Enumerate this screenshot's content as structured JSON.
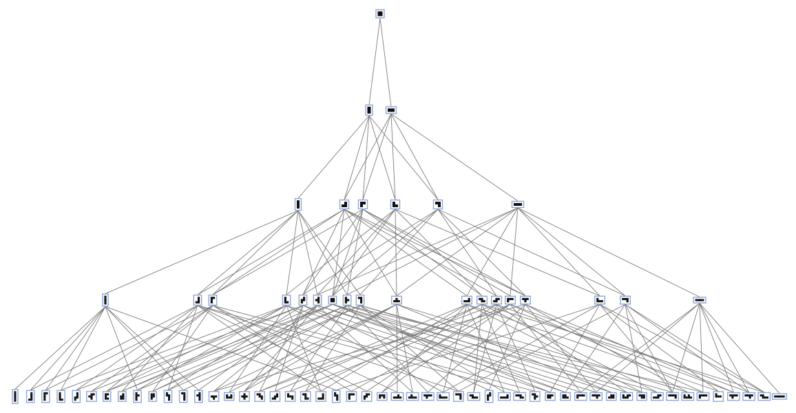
{
  "diagram": {
    "kind": "hasse-diagram-of-polyomino-shapes",
    "colors": {
      "edge": "#7b7b7b",
      "node_border": "#8fa6d6",
      "cell_filled": "#111111",
      "background": "#ffffff"
    },
    "levels": [
      {
        "level": 1,
        "nodes": [
          {
            "id": "n1a",
            "shape": [
              "#"
            ]
          }
        ]
      },
      {
        "level": 2,
        "nodes": [
          {
            "id": "n2a",
            "shape": [
              "#",
              "#"
            ]
          },
          {
            "id": "n2b",
            "shape": [
              "##"
            ]
          }
        ]
      },
      {
        "level": 3,
        "nodes": [
          {
            "id": "n3a",
            "shape": [
              "#",
              "#",
              "#"
            ]
          },
          {
            "id": "n3b",
            "shape": [
              ".#",
              "##"
            ]
          },
          {
            "id": "n3c",
            "shape": [
              "##",
              "#."
            ]
          },
          {
            "id": "n3d",
            "shape": [
              "#.",
              "##"
            ]
          },
          {
            "id": "n3e",
            "shape": [
              "##",
              ".#"
            ]
          },
          {
            "id": "n3f",
            "shape": [
              "###"
            ]
          }
        ]
      },
      {
        "level": 4,
        "nodes": [
          {
            "id": "n4a",
            "shape": [
              "#",
              "#",
              "#",
              "#"
            ]
          },
          {
            "id": "n4b",
            "shape": [
              ".#",
              ".#",
              "##"
            ]
          },
          {
            "id": "n4c",
            "shape": [
              "##",
              "#.",
              "#."
            ]
          },
          {
            "id": "n4d",
            "shape": [
              "#.",
              "#.",
              "##"
            ]
          },
          {
            "id": "n4e",
            "shape": [
              ".#",
              "##",
              "#."
            ]
          },
          {
            "id": "n4f",
            "shape": [
              ".#",
              "##",
              ".#"
            ]
          },
          {
            "id": "n4g",
            "shape": [
              "##",
              "##"
            ]
          },
          {
            "id": "n4h",
            "shape": [
              "#.",
              "##",
              "#."
            ]
          },
          {
            "id": "n4i",
            "shape": [
              "##",
              ".#",
              ".#"
            ]
          },
          {
            "id": "n4j",
            "shape": [
              ".#.",
              "###"
            ]
          },
          {
            "id": "n4k",
            "shape": [
              "..#",
              "###"
            ]
          },
          {
            "id": "n4l",
            "shape": [
              "##.",
              ".##"
            ]
          },
          {
            "id": "n4m",
            "shape": [
              ".##",
              "##."
            ]
          },
          {
            "id": "n4n",
            "shape": [
              "###",
              "#.."
            ]
          },
          {
            "id": "n4o",
            "shape": [
              "###",
              ".#."
            ]
          },
          {
            "id": "n4p",
            "shape": [
              "#..",
              "###"
            ]
          },
          {
            "id": "n4q",
            "shape": [
              "###",
              "..#"
            ]
          },
          {
            "id": "n4r",
            "shape": [
              "####"
            ]
          }
        ]
      },
      {
        "level": 5,
        "nodes": [
          {
            "id": "n5_01",
            "shape": [
              "#",
              "#",
              "#",
              "#",
              "#"
            ]
          },
          {
            "id": "n5_02",
            "shape": [
              ".#",
              ".#",
              ".#",
              "##"
            ]
          },
          {
            "id": "n5_03",
            "shape": [
              "##",
              "#.",
              "#.",
              "#."
            ]
          },
          {
            "id": "n5_04",
            "shape": [
              "#.",
              "#.",
              "#.",
              "##"
            ]
          },
          {
            "id": "n5_05",
            "shape": [
              ".#",
              ".#",
              "##",
              "#."
            ]
          },
          {
            "id": "n5_06",
            "shape": [
              ".##",
              "##.",
              ".#."
            ]
          },
          {
            "id": "n5_07",
            "shape": [
              "##",
              "#.",
              "##"
            ]
          },
          {
            "id": "n5_08",
            "shape": [
              ".#",
              "##",
              "##"
            ]
          },
          {
            "id": "n5_09",
            "shape": [
              "#.",
              "##",
              "#.",
              "#."
            ]
          },
          {
            "id": "n5_10",
            "shape": [
              "##",
              "##",
              "#."
            ]
          },
          {
            "id": "n5_11",
            "shape": [
              "#.",
              "##",
              ".#",
              ".#"
            ]
          },
          {
            "id": "n5_12",
            "shape": [
              "##",
              ".#",
              ".#",
              ".#"
            ]
          },
          {
            "id": "n5_13",
            "shape": [
              ".#",
              "##",
              ".#",
              ".#"
            ]
          },
          {
            "id": "n5_14",
            "shape": [
              "...",
              "###",
              ".#."
            ]
          },
          {
            "id": "n5_15",
            "shape": [
              "#.#",
              "###"
            ]
          },
          {
            "id": "n5_16",
            "shape": [
              ".#.",
              "###",
              ".#."
            ]
          },
          {
            "id": "n5_17",
            "shape": [
              "##.",
              ".##",
              "..#"
            ]
          },
          {
            "id": "n5_18",
            "shape": [
              "..#",
              ".##",
              "##."
            ]
          },
          {
            "id": "n5_19",
            "shape": [
              "#..",
              "###",
              "..#"
            ]
          },
          {
            "id": "n5_20",
            "shape": [
              "##.",
              ".#.",
              ".##"
            ]
          },
          {
            "id": "n5_21",
            "shape": [
              "..#",
              "..#",
              "###"
            ]
          },
          {
            "id": "n5_22",
            "shape": [
              "#",
              "##",
              ".#",
              ".#"
            ]
          },
          {
            "id": "n5_23",
            "shape": [
              "###",
              "#..",
              "#.."
            ]
          },
          {
            "id": "n5_24",
            "shape": [
              ".##",
              "##.",
              "#.."
            ]
          },
          {
            "id": "n5_25",
            "shape": [
              "###",
              "#.#"
            ]
          },
          {
            "id": "n5_26",
            "shape": [
              "..#.",
              "####"
            ]
          },
          {
            "id": "n5_27",
            "shape": [
              ".#..",
              "####"
            ]
          },
          {
            "id": "n5_28",
            "shape": [
              "####",
              ".#.."
            ]
          },
          {
            "id": "n5_29",
            "shape": [
              "#...",
              "####"
            ]
          },
          {
            "id": "n5_30",
            "shape": [
              "###",
              "..#",
              "..#"
            ]
          },
          {
            "id": "n5_31",
            "shape": [
              "##..",
              ".###"
            ]
          },
          {
            "id": "n5_32",
            "shape": [
              ".#",
              "##",
              "#.",
              "#."
            ]
          },
          {
            "id": "n5_33",
            "shape": [
              "...#",
              "####"
            ]
          },
          {
            "id": "n5_34",
            "shape": [
              "###.",
              "..##"
            ]
          },
          {
            "id": "n5_35",
            "shape": [
              "##.",
              ".##",
              ".#."
            ]
          },
          {
            "id": "n5_36",
            "shape": [
              "###",
              "##."
            ]
          },
          {
            "id": "n5_37",
            "shape": [
              "##.",
              "###"
            ]
          },
          {
            "id": "n5_38",
            "shape": [
              "####",
              "#..."
            ]
          },
          {
            "id": "n5_39",
            "shape": [
              "####",
              "..#."
            ]
          },
          {
            "id": "n5_40",
            "shape": [
              ".##",
              "###"
            ]
          },
          {
            "id": "n5_41",
            "shape": [
              "#.##",
              "###."
            ]
          },
          {
            "id": "n5_42",
            "shape": [
              "###",
              ".##"
            ]
          },
          {
            "id": "n5_43",
            "shape": [
              "..##",
              "###."
            ]
          },
          {
            "id": "n5_44",
            "shape": [
              "####",
              "...#"
            ]
          },
          {
            "id": "n5_45",
            "shape": [
              "#.#.",
              "####"
            ]
          },
          {
            "id": "n5_46",
            "shape": [
              "####",
              "#..."
            ]
          },
          {
            "id": "n5_47",
            "shape": [
              "#..",
              "###",
              "..."
            ]
          },
          {
            "id": "n5_48",
            "shape": [
              "####",
              ".#.."
            ]
          },
          {
            "id": "n5_49",
            "shape": [
              "####",
              "..#."
            ]
          },
          {
            "id": "n5_50",
            "shape": [
              "##..",
              ".###"
            ]
          },
          {
            "id": "n5_51",
            "shape": [
              "#####"
            ]
          }
        ]
      }
    ],
    "edges": [
      [
        "n1a",
        "n2a"
      ],
      [
        "n1a",
        "n2b"
      ],
      [
        "n2a",
        "n3a"
      ],
      [
        "n2a",
        "n3b"
      ],
      [
        "n2a",
        "n3c"
      ],
      [
        "n2a",
        "n3d"
      ],
      [
        "n2a",
        "n3e"
      ],
      [
        "n2b",
        "n3b"
      ],
      [
        "n2b",
        "n3c"
      ],
      [
        "n2b",
        "n3d"
      ],
      [
        "n2b",
        "n3e"
      ],
      [
        "n2b",
        "n3f"
      ],
      [
        "n3a",
        "n4a"
      ],
      [
        "n3a",
        "n4b"
      ],
      [
        "n3a",
        "n4c"
      ],
      [
        "n3a",
        "n4d"
      ],
      [
        "n3a",
        "n4f"
      ],
      [
        "n3a",
        "n4h"
      ],
      [
        "n3a",
        "n4i"
      ],
      [
        "n3b",
        "n4b"
      ],
      [
        "n3b",
        "n4c"
      ],
      [
        "n3b",
        "n4e"
      ],
      [
        "n3b",
        "n4g"
      ],
      [
        "n3b",
        "n4j"
      ],
      [
        "n3b",
        "n4k"
      ],
      [
        "n3b",
        "n4m"
      ],
      [
        "n3b",
        "n4o"
      ],
      [
        "n3c",
        "n4c"
      ],
      [
        "n3c",
        "n4e"
      ],
      [
        "n3c",
        "n4g"
      ],
      [
        "n3c",
        "n4h"
      ],
      [
        "n3c",
        "n4l"
      ],
      [
        "n3c",
        "n4n"
      ],
      [
        "n3c",
        "n4o"
      ],
      [
        "n3d",
        "n4d"
      ],
      [
        "n3d",
        "n4f"
      ],
      [
        "n3d",
        "n4g"
      ],
      [
        "n3d",
        "n4j"
      ],
      [
        "n3d",
        "n4l"
      ],
      [
        "n3d",
        "n4p"
      ],
      [
        "n3e",
        "n4e"
      ],
      [
        "n3e",
        "n4g"
      ],
      [
        "n3e",
        "n4i"
      ],
      [
        "n3e",
        "n4m"
      ],
      [
        "n3e",
        "n4o"
      ],
      [
        "n3e",
        "n4q"
      ],
      [
        "n3f",
        "n4f"
      ],
      [
        "n3f",
        "n4h"
      ],
      [
        "n3f",
        "n4j"
      ],
      [
        "n3f",
        "n4k"
      ],
      [
        "n3f",
        "n4n"
      ],
      [
        "n3f",
        "n4p"
      ],
      [
        "n3f",
        "n4q"
      ],
      [
        "n3f",
        "n4r"
      ],
      [
        "n4a",
        "n5_01"
      ],
      [
        "n4a",
        "n5_02"
      ],
      [
        "n4a",
        "n5_03"
      ],
      [
        "n4a",
        "n5_04"
      ],
      [
        "n4a",
        "n5_09"
      ],
      [
        "n4a",
        "n5_12"
      ],
      [
        "n4a",
        "n5_13"
      ],
      [
        "n4a",
        "n5_22"
      ],
      [
        "n4b",
        "n5_02"
      ],
      [
        "n4b",
        "n5_05"
      ],
      [
        "n4b",
        "n5_08"
      ],
      [
        "n4b",
        "n5_11"
      ],
      [
        "n4b",
        "n5_21"
      ],
      [
        "n4b",
        "n5_24"
      ],
      [
        "n4b",
        "n5_30"
      ],
      [
        "n4b",
        "n5_34"
      ],
      [
        "n4c",
        "n5_03"
      ],
      [
        "n4c",
        "n5_06"
      ],
      [
        "n4c",
        "n5_07"
      ],
      [
        "n4c",
        "n5_10"
      ],
      [
        "n4c",
        "n5_23"
      ],
      [
        "n4c",
        "n5_26"
      ],
      [
        "n4c",
        "n5_35"
      ],
      [
        "n4d",
        "n5_04"
      ],
      [
        "n4d",
        "n5_07"
      ],
      [
        "n4d",
        "n5_09"
      ],
      [
        "n4d",
        "n5_15"
      ],
      [
        "n4d",
        "n5_21"
      ],
      [
        "n4d",
        "n5_29"
      ],
      [
        "n4d",
        "n5_36"
      ],
      [
        "n4e",
        "n5_05"
      ],
      [
        "n4e",
        "n5_06"
      ],
      [
        "n4e",
        "n5_11"
      ],
      [
        "n4e",
        "n5_17"
      ],
      [
        "n4e",
        "n5_18"
      ],
      [
        "n4e",
        "n5_32"
      ],
      [
        "n4e",
        "n5_37"
      ],
      [
        "n4f",
        "n5_08"
      ],
      [
        "n4f",
        "n5_13"
      ],
      [
        "n4f",
        "n5_14"
      ],
      [
        "n4f",
        "n5_16"
      ],
      [
        "n4f",
        "n5_27"
      ],
      [
        "n4f",
        "n5_38"
      ],
      [
        "n4f",
        "n5_39"
      ],
      [
        "n4g",
        "n5_07"
      ],
      [
        "n4g",
        "n5_08"
      ],
      [
        "n4g",
        "n5_10"
      ],
      [
        "n4g",
        "n5_36"
      ],
      [
        "n4g",
        "n5_37"
      ],
      [
        "n4g",
        "n5_40"
      ],
      [
        "n4g",
        "n5_42"
      ],
      [
        "n4h",
        "n5_09"
      ],
      [
        "n4h",
        "n5_10"
      ],
      [
        "n4h",
        "n5_16"
      ],
      [
        "n4h",
        "n5_19"
      ],
      [
        "n4h",
        "n5_28"
      ],
      [
        "n4h",
        "n5_41"
      ],
      [
        "n4h",
        "n5_46"
      ],
      [
        "n4i",
        "n5_11"
      ],
      [
        "n4i",
        "n5_12"
      ],
      [
        "n4i",
        "n5_20"
      ],
      [
        "n4i",
        "n5_30"
      ],
      [
        "n4i",
        "n5_33"
      ],
      [
        "n4i",
        "n5_43"
      ],
      [
        "n4i",
        "n5_44"
      ],
      [
        "n4j",
        "n5_14"
      ],
      [
        "n4j",
        "n5_15"
      ],
      [
        "n4j",
        "n5_16"
      ],
      [
        "n4j",
        "n5_26"
      ],
      [
        "n4j",
        "n5_27"
      ],
      [
        "n4j",
        "n5_40"
      ],
      [
        "n4j",
        "n5_45"
      ],
      [
        "n4k",
        "n5_17"
      ],
      [
        "n4k",
        "n5_21"
      ],
      [
        "n4k",
        "n5_25"
      ],
      [
        "n4k",
        "n5_29"
      ],
      [
        "n4k",
        "n5_33"
      ],
      [
        "n4k",
        "n5_42"
      ],
      [
        "n4k",
        "n5_47"
      ],
      [
        "n4l",
        "n5_18"
      ],
      [
        "n4l",
        "n5_20"
      ],
      [
        "n4l",
        "n5_31"
      ],
      [
        "n4l",
        "n5_34"
      ],
      [
        "n4l",
        "n5_43"
      ],
      [
        "n4l",
        "n5_50"
      ],
      [
        "n4m",
        "n5_17"
      ],
      [
        "n4m",
        "n5_24"
      ],
      [
        "n4m",
        "n5_31"
      ],
      [
        "n4m",
        "n5_35"
      ],
      [
        "n4m",
        "n5_41"
      ],
      [
        "n4m",
        "n5_48"
      ],
      [
        "n4n",
        "n5_19"
      ],
      [
        "n4n",
        "n5_23"
      ],
      [
        "n4n",
        "n5_25"
      ],
      [
        "n4n",
        "n5_38"
      ],
      [
        "n4n",
        "n5_46"
      ],
      [
        "n4n",
        "n5_49"
      ],
      [
        "n4o",
        "n5_14"
      ],
      [
        "n4o",
        "n5_28"
      ],
      [
        "n4o",
        "n5_32"
      ],
      [
        "n4o",
        "n5_39"
      ],
      [
        "n4o",
        "n5_45"
      ],
      [
        "n4o",
        "n5_48"
      ],
      [
        "n4p",
        "n5_22"
      ],
      [
        "n4p",
        "n5_29"
      ],
      [
        "n4p",
        "n5_36"
      ],
      [
        "n4p",
        "n5_44"
      ],
      [
        "n4p",
        "n5_47"
      ],
      [
        "n4p",
        "n5_50"
      ],
      [
        "n4q",
        "n5_30"
      ],
      [
        "n4q",
        "n5_37"
      ],
      [
        "n4q",
        "n5_42"
      ],
      [
        "n4q",
        "n5_44"
      ],
      [
        "n4q",
        "n5_49"
      ],
      [
        "n4q",
        "n5_50"
      ],
      [
        "n4r",
        "n5_38"
      ],
      [
        "n4r",
        "n5_39"
      ],
      [
        "n4r",
        "n5_44"
      ],
      [
        "n4r",
        "n5_46"
      ],
      [
        "n4r",
        "n5_48"
      ],
      [
        "n4r",
        "n5_49"
      ],
      [
        "n4r",
        "n5_51"
      ]
    ]
  }
}
